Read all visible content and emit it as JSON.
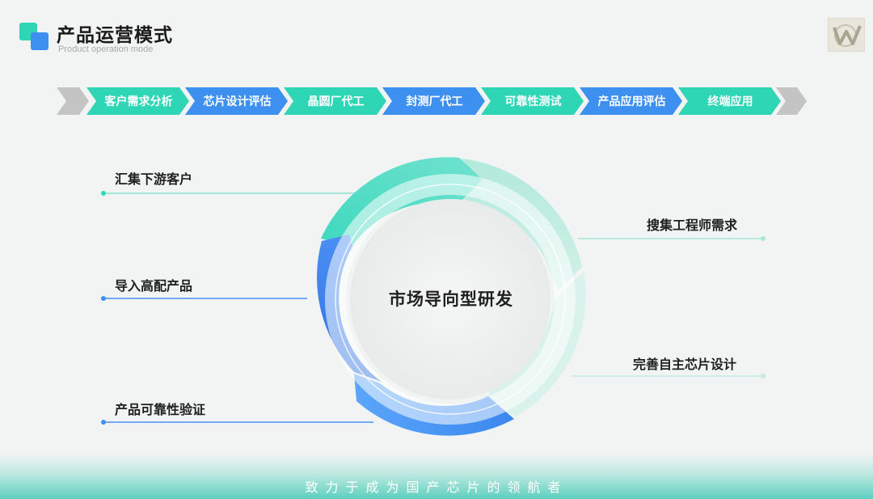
{
  "header": {
    "title": "产品运营模式",
    "subtitle": "Product operation mode"
  },
  "process_steps": [
    {
      "label": "客户需求分析",
      "color": "#2fd6b5"
    },
    {
      "label": "芯片设计评估",
      "color": "#3d8ff0"
    },
    {
      "label": "晶圆厂代工",
      "color": "#2fd6b5"
    },
    {
      "label": "封测厂代工",
      "color": "#3d8ff0"
    },
    {
      "label": "可靠性测试",
      "color": "#2fd6b5"
    },
    {
      "label": "产品应用评估",
      "color": "#3d8ff0"
    },
    {
      "label": "终端应用",
      "color": "#2fd6b5"
    }
  ],
  "cycle": {
    "center": "市场导向型研发",
    "left_labels": [
      "汇集下游客户",
      "导入高配产品",
      "产品可靠性验证"
    ],
    "right_labels": [
      "搜集工程师需求",
      "完善自主芯片设计"
    ]
  },
  "footer": {
    "slogan": "致力于成为国产芯片的领航者"
  },
  "colors": {
    "teal": "#2fd6b5",
    "blue": "#3d8ff0",
    "grey_arrow": "#c4c4c4"
  }
}
